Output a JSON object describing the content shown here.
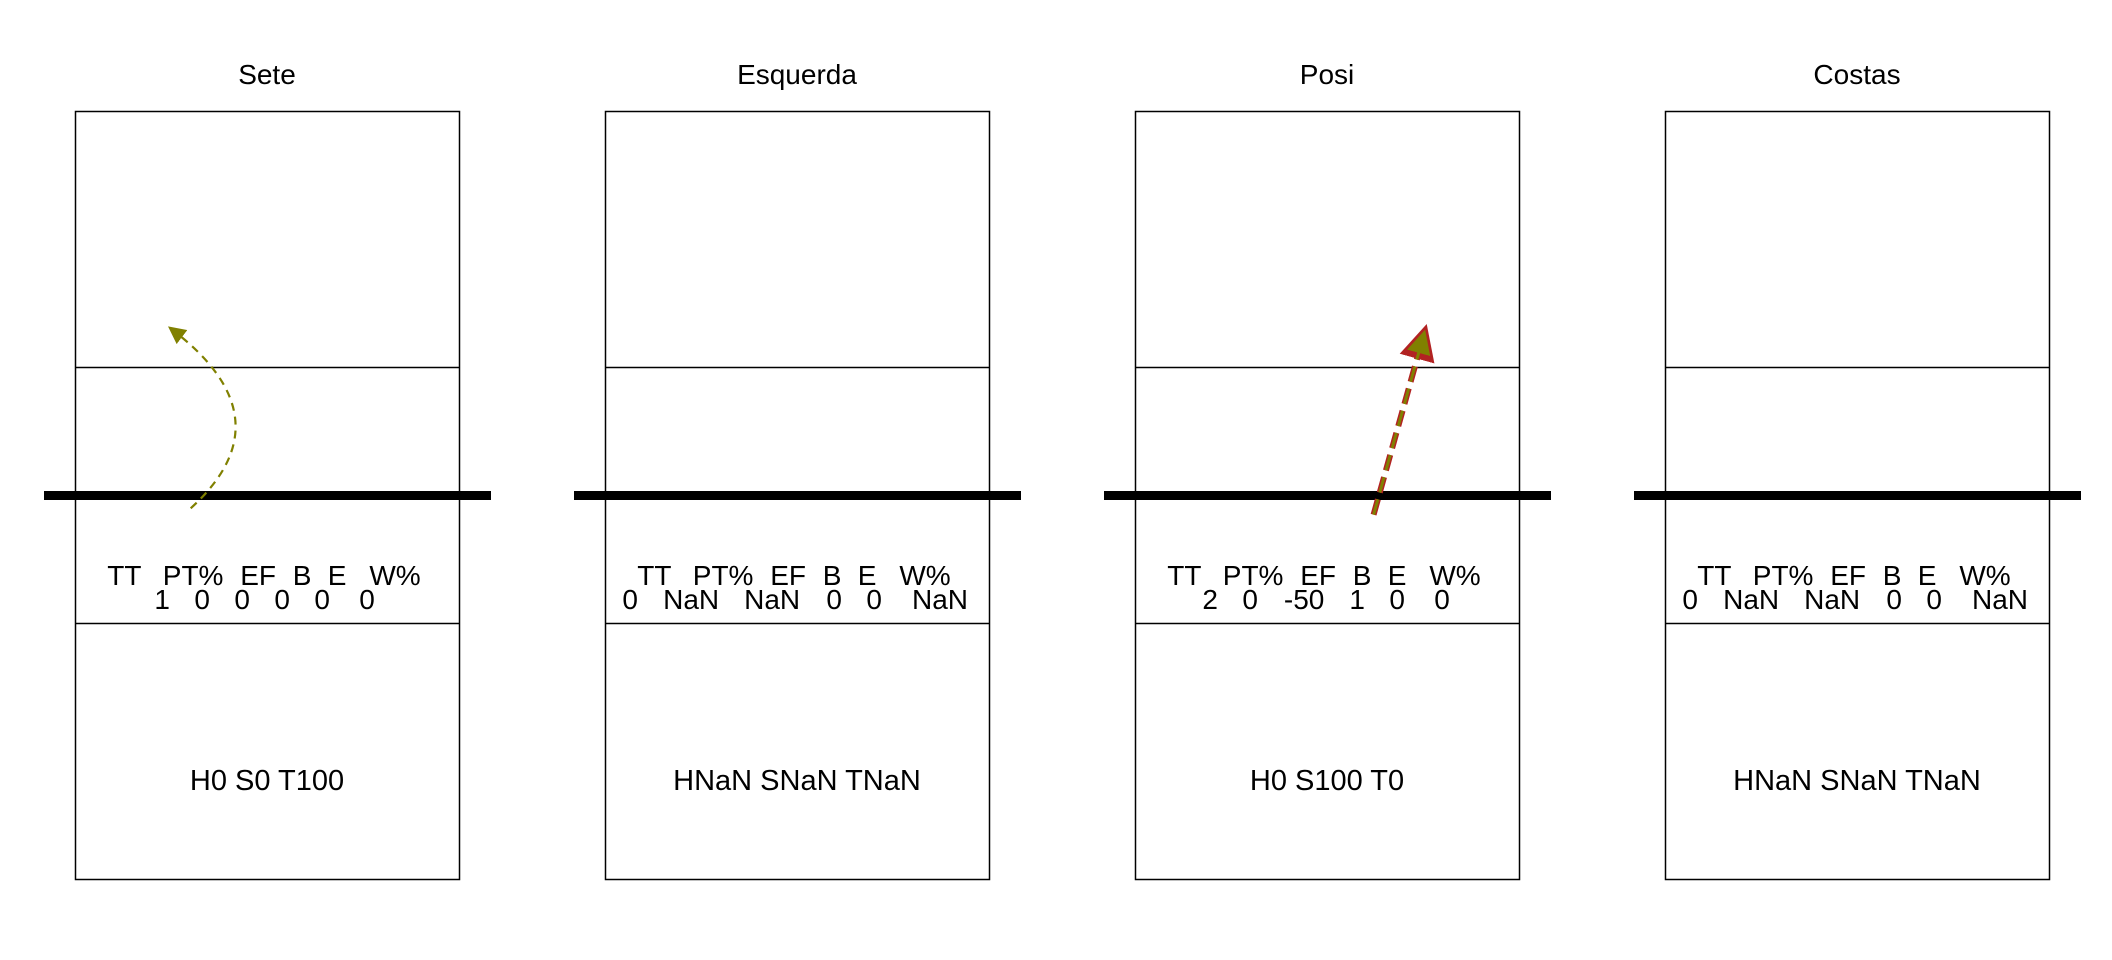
{
  "chart_data": {
    "type": "diagram",
    "court": {
      "y_range": [
        0,
        6
      ],
      "net_y": 3
    },
    "stat_headers": [
      "TT",
      "PT%",
      "EF",
      "B",
      "E",
      "W%"
    ],
    "colors": {
      "court_line": "#000000",
      "net": "#000000",
      "arrow_olive": "#808000",
      "arrow_red": "#b22222"
    },
    "panels": [
      {
        "title": "Sete",
        "stats": [
          "1",
          "0",
          "0",
          "0",
          "0",
          "0"
        ],
        "hst": "H0 S0 T100",
        "arrows": [
          {
            "curved": true,
            "style": "dashed",
            "color": "olive",
            "from": [
              0.3,
              2.9
            ],
            "to": [
              0.25,
              4.3
            ]
          }
        ]
      },
      {
        "title": "Esquerda",
        "stats": [
          "0",
          "NaN",
          "NaN",
          "0",
          "0",
          "NaN"
        ],
        "hst": "HNaN SNaN TNaN",
        "arrows": []
      },
      {
        "title": "Posi",
        "stats": [
          "2",
          "0",
          "-50",
          "1",
          "0",
          "0"
        ],
        "hst": "H0 S100 T0",
        "arrows": [
          {
            "curved": false,
            "style": "dashed",
            "color": "red",
            "from": [
              0.62,
              2.85
            ],
            "to": [
              0.75,
              4.25
            ]
          },
          {
            "curved": false,
            "style": "dashed",
            "color": "olive",
            "from": [
              0.62,
              2.85
            ],
            "to": [
              0.75,
              4.25
            ]
          }
        ]
      },
      {
        "title": "Costas",
        "stats": [
          "0",
          "NaN",
          "NaN",
          "0",
          "0",
          "NaN"
        ],
        "hst": "HNaN SNaN TNaN",
        "arrows": []
      }
    ]
  }
}
